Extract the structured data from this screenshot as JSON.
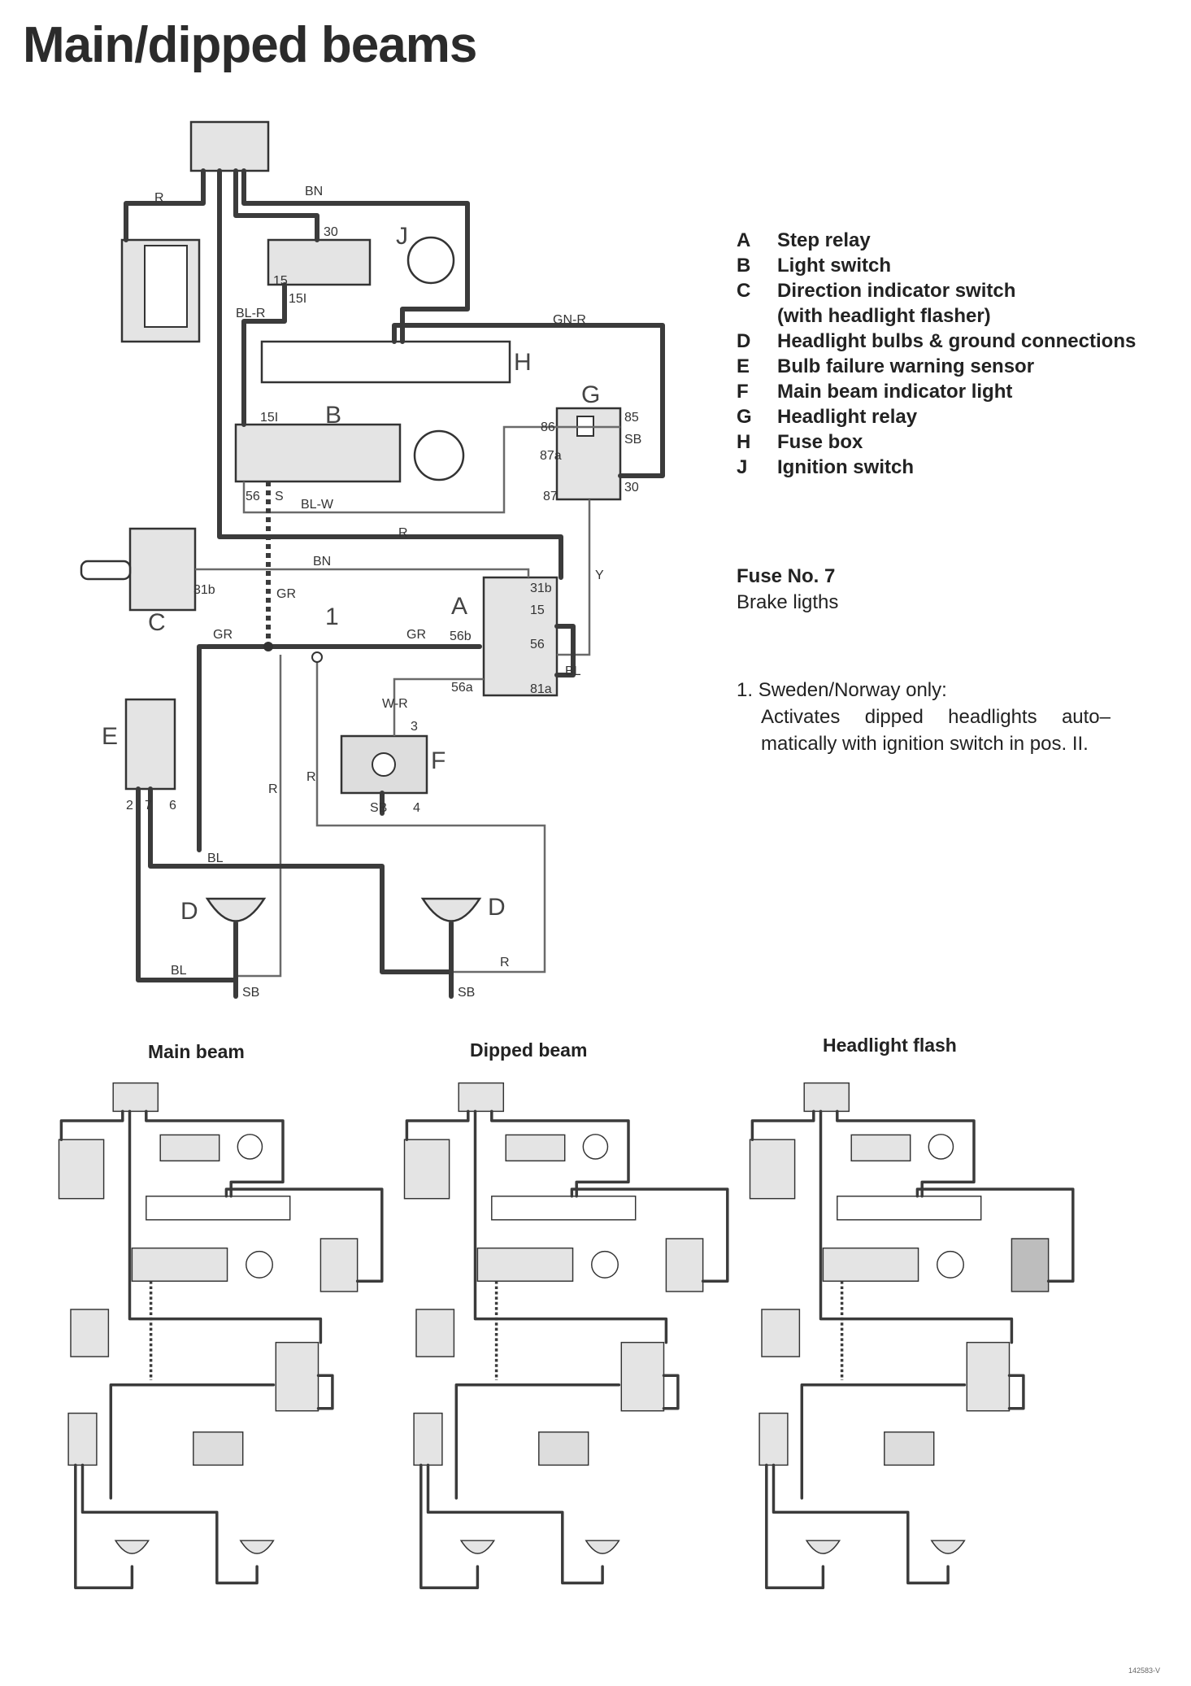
{
  "title": "Main/dipped beams",
  "legend": [
    {
      "key": "A",
      "text": "Step relay"
    },
    {
      "key": "B",
      "text": "Light switch"
    },
    {
      "key": "C",
      "text": "Direction indicator switch"
    },
    {
      "key": "",
      "text": "(with headlight flasher)"
    },
    {
      "key": "D",
      "text": "Headlight bulbs & ground connections"
    },
    {
      "key": "E",
      "text": "Bulb failure warning sensor"
    },
    {
      "key": "F",
      "text": "Main beam indicator light"
    },
    {
      "key": "G",
      "text": "Headlight relay"
    },
    {
      "key": "H",
      "text": "Fuse box"
    },
    {
      "key": "J",
      "text": "Ignition switch"
    }
  ],
  "fuse": {
    "heading": "Fuse No. 7",
    "text": "Brake ligths"
  },
  "note": {
    "number": "1.",
    "heading": "Sweden/Norway only:",
    "body": "Activates dipped headlights auto– matically with ignition switch in pos. II."
  },
  "subtitles": {
    "main_beam": "Main beam",
    "dipped_beam": "Dipped beam",
    "headlight_flash": "Headlight flash"
  },
  "wire_labels": {
    "r": "R",
    "bn": "BN",
    "bl_r": "BL-R",
    "gn_r": "GN-R",
    "bl_w": "BL-W",
    "gr": "GR",
    "y": "Y",
    "bl": "BL",
    "w_r": "W-R",
    "sb": "SB"
  },
  "terminal_labels": {
    "t30": "30",
    "t15": "15",
    "t15i": "15I",
    "t56s": "56",
    "s": "S",
    "t31b": "31b",
    "t56b": "56b",
    "t56": "56",
    "t56a": "56a",
    "t81a": "81a",
    "t85": "85",
    "t86": "86",
    "t87": "87",
    "t87a": "87a",
    "t3": "3",
    "t4": "4",
    "t2": "2",
    "t7": "7",
    "t6": "6"
  },
  "component_letters": {
    "a": "A",
    "b": "B",
    "c": "C",
    "d": "D",
    "e": "E",
    "f": "F",
    "g": "G",
    "h": "H",
    "j": "J"
  },
  "note_marker": "1",
  "reference": "142583-V",
  "colors": {
    "wire": "#3b3b3b",
    "component_fill": "#e4e4e4",
    "active_fill": "#bdbdbd"
  }
}
